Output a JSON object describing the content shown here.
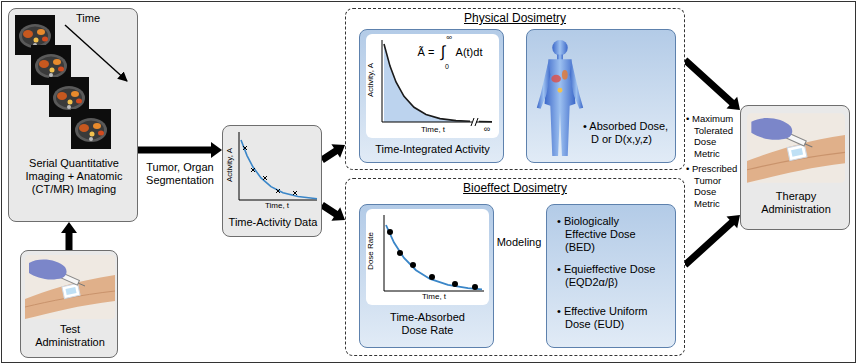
{
  "diagram": {
    "nodes": [
      {
        "text": [
          "Serial Quantitative Imaging + Anatomic (CT/MR) Imaging"
        ]
      },
      {
        "text": [
          "Test Administration"
        ]
      },
      {
        "text": [
          "Time-Activity Data"
        ]
      },
      {
        "text": [
          "Physical Dosimetry"
        ]
      },
      {
        "text": [
          "Time-Integrated Activity"
        ],
        "in": 3
      },
      {
        "text": [
          "• Absorbed Dose, D or D(x,y,z)"
        ],
        "in": 3
      },
      {
        "text": [
          "Bioeffect Dosimetry"
        ]
      },
      {
        "text": [
          "Time-Absorbed Dose Rate"
        ],
        "in": 6
      },
      {
        "text": [
          "• Biologically Effective Dose (BED)",
          "• Equieffective Dose (EQD2α/β)",
          "• Effective Uniform Dose (EUD)"
        ],
        "in": 6
      },
      {
        "text": [
          "Therapy Administration"
        ]
      }
    ],
    "edges": [
      {
        "from": 1,
        "to": 0,
        "arrow": "to"
      },
      {
        "from": 0,
        "to": 2,
        "label": "Tumor, Organ Segmentation",
        "arrow": "to"
      },
      {
        "from": 2,
        "to": 3,
        "arrow": "to"
      },
      {
        "from": 2,
        "to": 6,
        "arrow": "to"
      },
      {
        "from": 4,
        "to": 5,
        "arrow": "to"
      },
      {
        "from": 7,
        "to": 8,
        "label": "Modeling",
        "arrow": "to"
      },
      {
        "from": 3,
        "to": 9,
        "label": "• Maximum Tolerated Dose Metric",
        "arrow": "to"
      },
      {
        "from": 6,
        "to": 9,
        "label": "• Prescribed Tumor Dose Metric",
        "arrow": "to"
      }
    ],
    "labels": [
      "Time",
      "Activity, A",
      "Time, t",
      "Ã =",
      "∫",
      "∞",
      "0",
      "A(t)dt",
      "Activity, A",
      "Time, t",
      "∞",
      "Dose Rate",
      "Time, t"
    ]
  }
}
